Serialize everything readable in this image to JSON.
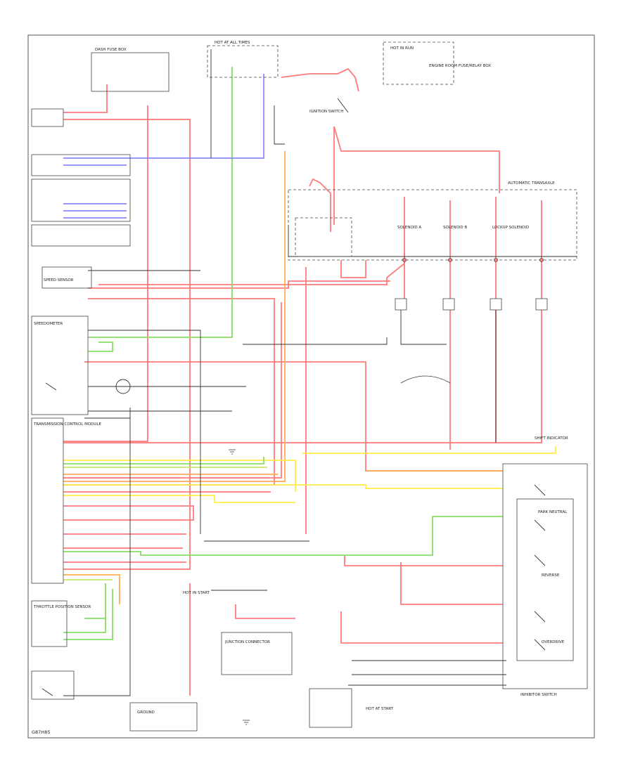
{
  "footer": {
    "code": "G87H85"
  },
  "labels": {
    "ignition_switch": "IGNITION SWITCH",
    "automatic_transaxle": "AUTOMATIC TRANSAXLE",
    "shift_indicator": "SHIFT INDICATOR",
    "speed_sensor": "SPEED SENSOR",
    "transmission_ecm": "TRANSMISSION CONTROL MODULE",
    "speedometer": "SPEEDOMETER",
    "throttle_position": "THROTTLE POSITION SENSOR",
    "hot_at_all_times": "HOT AT ALL TIMES",
    "hot_in_run": "HOT IN RUN",
    "engine_room_fuse": "ENGINE ROOM FUSE/RELAY BOX",
    "inhibitor_switch": "INHIBITOR SWITCH",
    "park_neutral": "PARK NEUTRAL",
    "reverse": "REVERSE",
    "overdrive": "OVERDRIVE",
    "solenoid_a": "SOLENOID A",
    "solenoid_b": "SOLENOID B",
    "lockup_solenoid": "LOCKUP SOLENOID",
    "ground": "GROUND",
    "dash_fuse": "DASH FUSE BOX",
    "junction_conn": "JUNCTION CONNECTOR",
    "hot_in_start": "HOT IN START",
    "hot_at_start": "HOT AT START"
  },
  "colors": {
    "red": "#ff6b6b",
    "pink": "#ff9a9a",
    "orange": "#ffa646",
    "yellow": "#ffef4a",
    "green": "#7fd96a",
    "blue": "#6a6aff",
    "lightgreen": "#b8e36a",
    "gray": "#aaaaaa",
    "black": "#333333"
  }
}
